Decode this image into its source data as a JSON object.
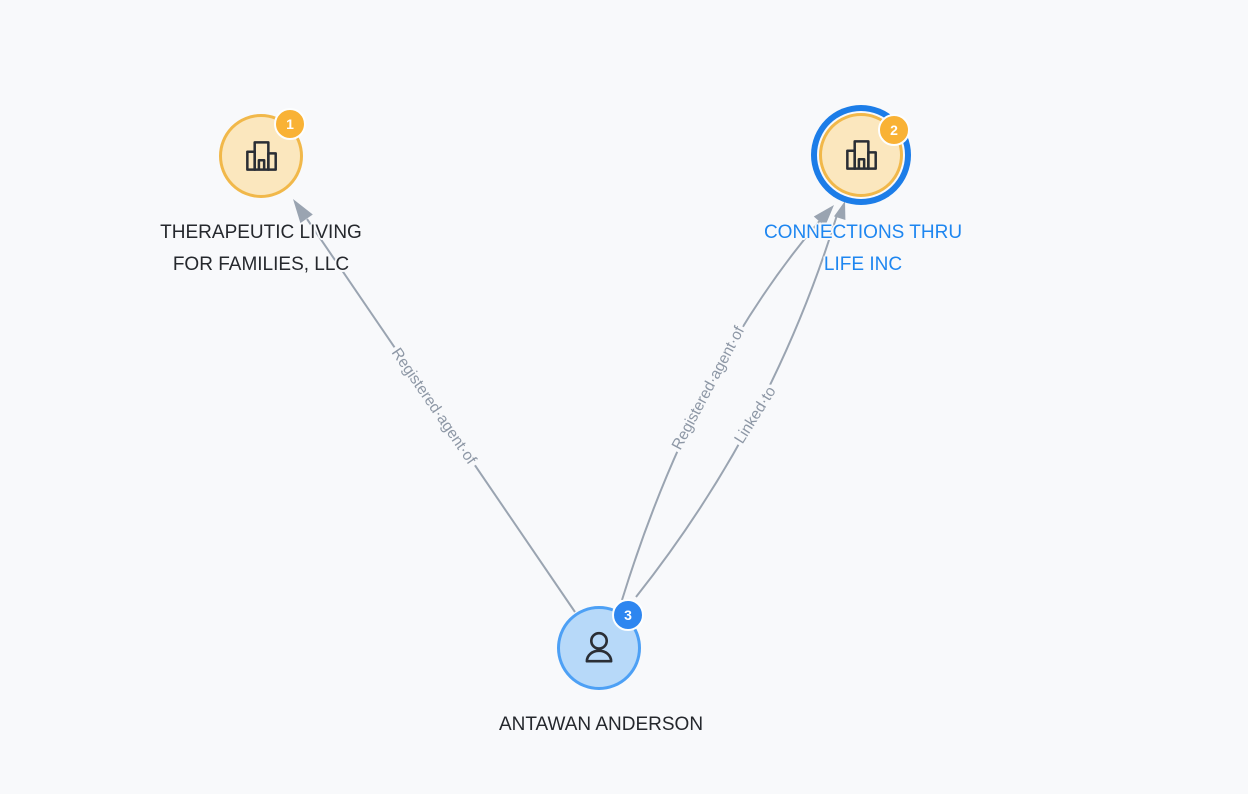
{
  "colors": {
    "background": "#F8F9FB",
    "edge": "#9AA4B1",
    "edge_label": "#8D97A5",
    "company_fill": "#FBE7BE",
    "company_border": "#F1B84A",
    "person_fill": "#B7D9F9",
    "person_border": "#4DA0F5",
    "selected_ring": "#1C7DE8",
    "badge_amber": "#F9B235",
    "badge_blue": "#2E86F0",
    "label_dark": "#25282D",
    "label_selected_blue": "#1E86F0"
  },
  "graph": {
    "nodes": [
      {
        "badge": "1",
        "type": "company",
        "label_line1": "THERAPEUTIC LIVING",
        "label_line2": "FOR FAMILIES, LLC",
        "selected": false
      },
      {
        "badge": "2",
        "type": "company",
        "label_line1": "CONNECTIONS THRU",
        "label_line2": "LIFE INC",
        "selected": true
      },
      {
        "badge": "3",
        "type": "person",
        "label_line1": "ANTAWAN ANDERSON",
        "selected": false
      }
    ],
    "edges": [
      {
        "label": "Registered·agent·of",
        "from": "ANTAWAN ANDERSON",
        "to": "THERAPEUTIC LIVING FOR FAMILIES, LLC"
      },
      {
        "label": "Registered·agent·of",
        "from": "ANTAWAN ANDERSON",
        "to": "CONNECTIONS THRU LIFE INC"
      },
      {
        "label": "Linked·to",
        "from": "ANTAWAN ANDERSON",
        "to": "CONNECTIONS THRU LIFE INC"
      }
    ]
  }
}
